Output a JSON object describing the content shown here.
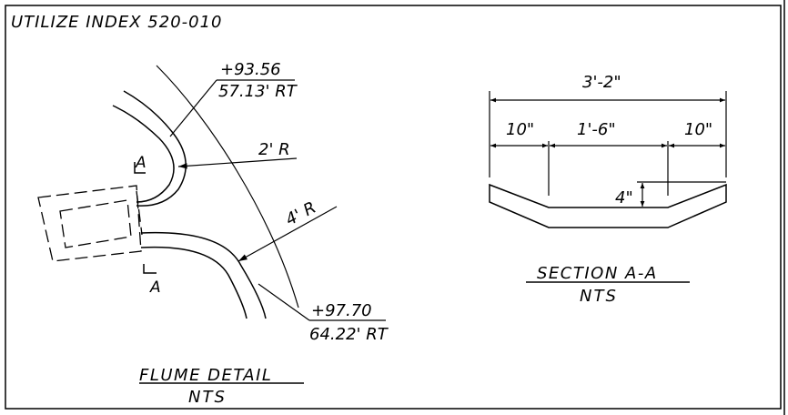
{
  "note": "UTILIZE INDEX 520-010",
  "flume": {
    "title": "FLUME DETAIL",
    "scale": "NTS",
    "top_station": "+93.56",
    "top_offset": "57.13' RT",
    "bottom_station": "+97.70",
    "bottom_offset": "64.22' RT",
    "radius_small": "2' R",
    "radius_large": "4' R",
    "section_mark_top": "A",
    "section_mark_bottom": "A"
  },
  "section": {
    "title": "SECTION A-A",
    "scale": "NTS",
    "overall_width": "3'-2\"",
    "left_width": "10\"",
    "center_width": "1'-6\"",
    "right_width": "10\"",
    "depth": "4\""
  },
  "colors": {
    "line": "#000000",
    "background": "#ffffff"
  }
}
